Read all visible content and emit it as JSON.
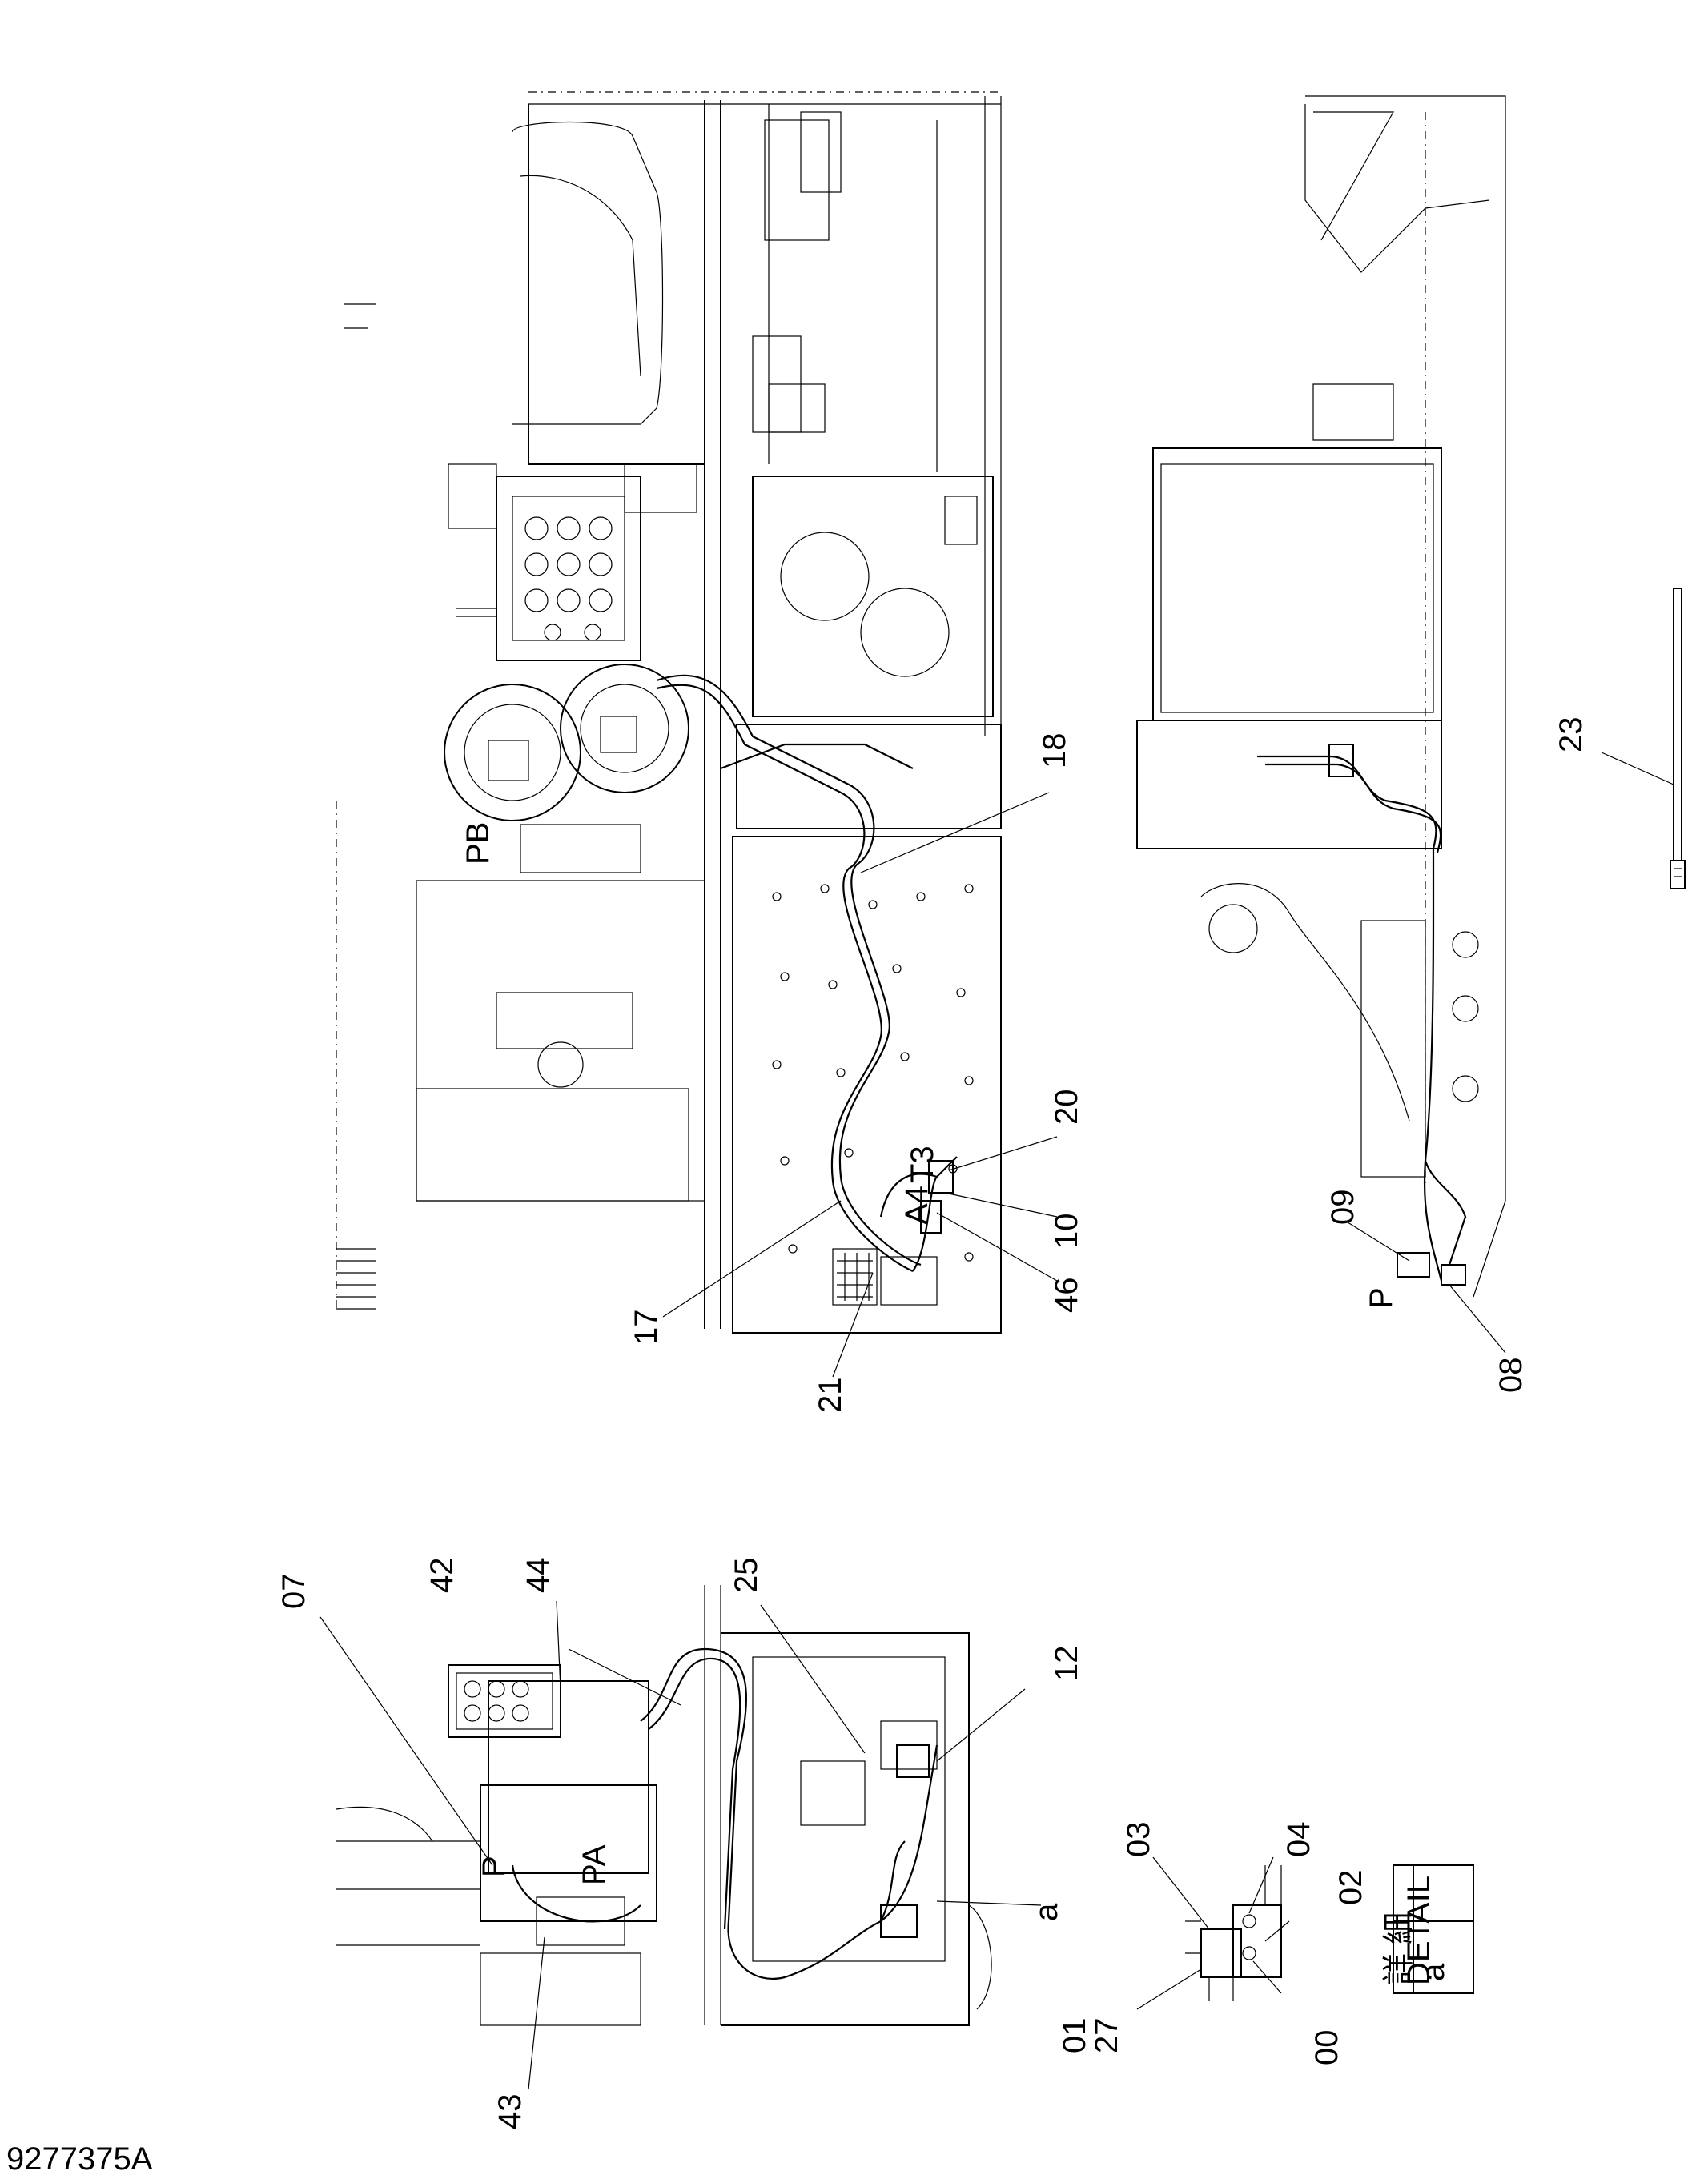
{
  "drawing_number": "9277375A",
  "detail_box": {
    "kanji": "詳 細",
    "label": "DETAIL",
    "letter": "a"
  },
  "callouts": {
    "c17": "17",
    "c18": "18",
    "c20": "20",
    "c10": "10",
    "c46": "46",
    "c21": "21",
    "c09": "09",
    "c08": "08",
    "c23": "23",
    "c07": "07",
    "c42": "42",
    "c44": "44",
    "c25": "25",
    "c12": "12",
    "c43": "43",
    "ca": "a",
    "c03": "03",
    "c04": "04",
    "c02": "02",
    "c01": "01",
    "c27": "27",
    "c00": "00"
  },
  "port_labels": {
    "pb": "PB",
    "pa": "PA",
    "p1": "P",
    "a4": "A4",
    "t3": "T3",
    "p2": "P"
  }
}
